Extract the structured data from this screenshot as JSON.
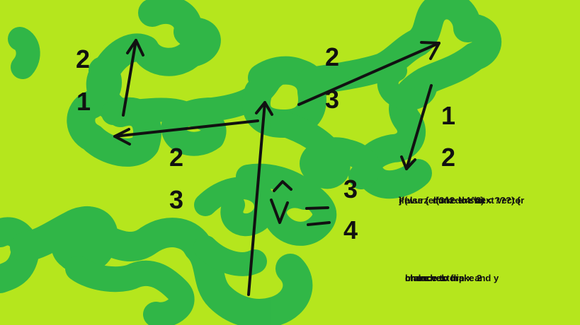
{
  "background_color": "#b5e61d",
  "brush_color": "#22b14c",
  "ink_color": "#111111",
  "numbers": {
    "left_top": "2",
    "left_bottom": "1",
    "center_mid": "2",
    "center_low": "3",
    "top_2": "2",
    "top_3": "3",
    "right_1": "1",
    "right_2": "2",
    "mid_3": "3",
    "mid_4": "4"
  },
  "code": {
    "line1": "if(wurzel(3^2 + 4^2) < ???) {",
    "line2": "dont do shit",
    "line3": "} else {",
    "line4": "make the next vector",
    "line5": "}"
  },
  "notes": {
    "line1": "make vektor:",
    "line2": "chance to make 2",
    "line3": "branches",
    "line4": "chance to flip x and y"
  }
}
